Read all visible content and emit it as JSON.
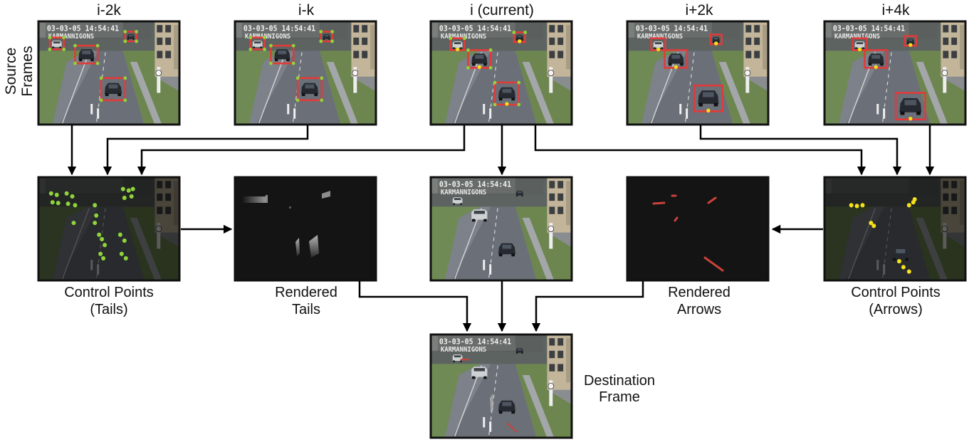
{
  "side_label": {
    "line1": "Source",
    "line2": "Frames"
  },
  "frame_headers": [
    "i-2k",
    "i-k",
    "i (current)",
    "i+2k",
    "i+4k"
  ],
  "middle_labels": {
    "tails_points": {
      "line1": "Control Points",
      "line2": "(Tails)"
    },
    "tails_render": {
      "line1": "Rendered",
      "line2": "Tails"
    },
    "arrows_render": {
      "line1": "Rendered",
      "line2": "Arrows"
    },
    "arrows_points": {
      "line1": "Control Points",
      "line2": "(Arrows)"
    }
  },
  "destination_label": {
    "line1": "Destination",
    "line2": "Frame"
  },
  "overlay_text": {
    "timestamp": "03-03-05 14:54:41",
    "caption": "KARMANNIGONS"
  },
  "colors": {
    "box": "#e23a3a",
    "tail_point": "#8ed43a",
    "arrow_point": "#f5e21a",
    "arrow_stroke": "#c9433a",
    "frame_border": "#111111",
    "connector": "#000000"
  },
  "icons": [
    "video-frame",
    "arrow-head"
  ]
}
